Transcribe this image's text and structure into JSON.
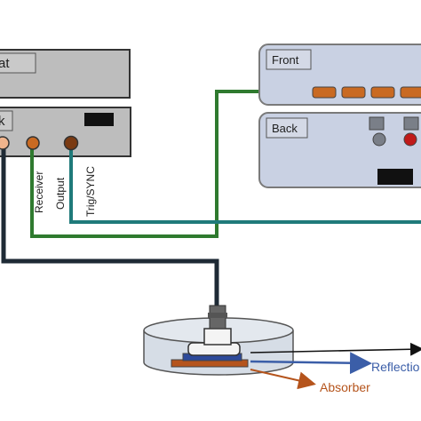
{
  "upper_unit": {
    "label": "at"
  },
  "lower_unit": {
    "label": "k"
  },
  "ports": [
    {
      "label": "Receiver",
      "color": "#c96a22"
    },
    {
      "label": "Output",
      "color": "#c96a22"
    },
    {
      "label": "Trig/SYNC",
      "color": "#7a3a12"
    }
  ],
  "front_panel": {
    "label": "Front",
    "port_color": "#c96a22"
  },
  "back_panel": {
    "label": "Back"
  },
  "tank": {
    "reflection_label": "Reflectio",
    "absorber_label": "Absorber",
    "reflection_color": "#3b5ea8",
    "absorber_color": "#b5541c"
  },
  "cable_colors": {
    "dark": "#1e2a35",
    "green": "#2f7a2f",
    "teal": "#1f7a7a"
  }
}
